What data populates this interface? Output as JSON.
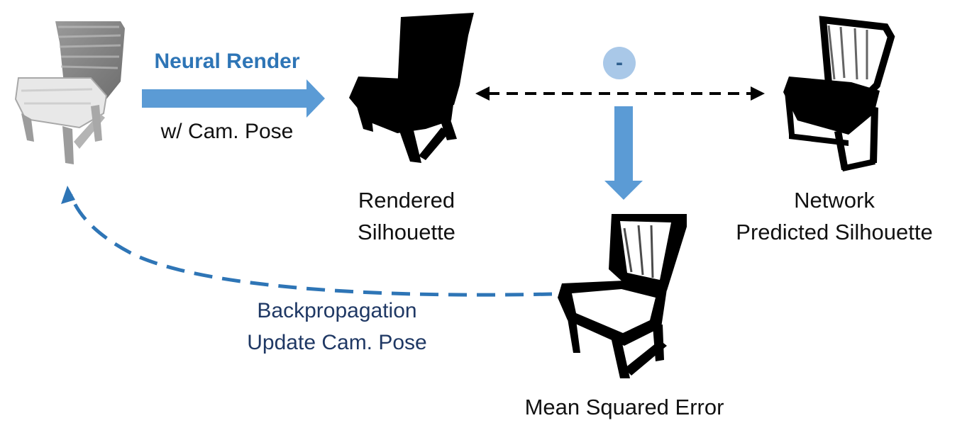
{
  "labels": {
    "neural_render": "Neural Render",
    "cam_pose": "w/ Cam. Pose",
    "rendered_line1": "Rendered",
    "rendered_line2": "Silhouette",
    "network_line1": "Network",
    "network_line2": "Predicted Silhouette",
    "backprop_line1": "Backpropagation",
    "backprop_line2": "Update Cam. Pose",
    "mse": "Mean Squared Error",
    "minus": "-"
  },
  "colors": {
    "arrow_fill": "#5b9bd5",
    "minus_circle": "#a9c8e8",
    "minus_text": "#2e5f8e",
    "neural_text": "#2e75b6",
    "backprop_text": "#1f3864",
    "backprop_arrow": "#2e75b6",
    "silhouette": "#000000",
    "mesh_light": "#dcdcdc",
    "mesh_dark": "#8a8a8a"
  },
  "icons": {
    "input_mesh": "chair-mesh-icon",
    "rendered": "chair-silhouette-icon",
    "predicted": "chair-silhouette-icon",
    "error": "chair-error-map-icon"
  }
}
